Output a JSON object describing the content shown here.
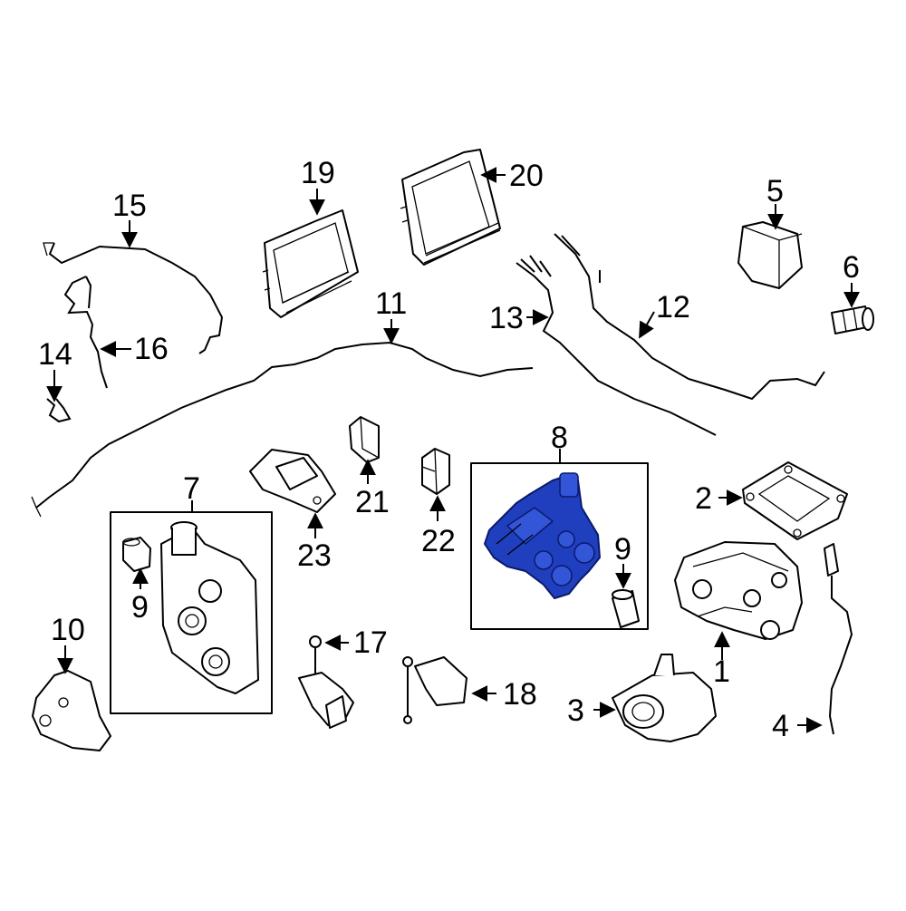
{
  "callouts": {
    "c1": "1",
    "c2": "2",
    "c3": "3",
    "c4": "4",
    "c5": "5",
    "c6": "6",
    "c7": "7",
    "c8": "8",
    "c9a": "9",
    "c9b": "9",
    "c10": "10",
    "c11": "11",
    "c12": "12",
    "c13": "13",
    "c14": "14",
    "c15": "15",
    "c16": "16",
    "c17": "17",
    "c18": "18",
    "c19": "19",
    "c20": "20",
    "c21": "21",
    "c22": "22",
    "c23": "23"
  },
  "colors": {
    "highlight": "#1f3fbf",
    "line": "#000000",
    "background": "#ffffff"
  }
}
